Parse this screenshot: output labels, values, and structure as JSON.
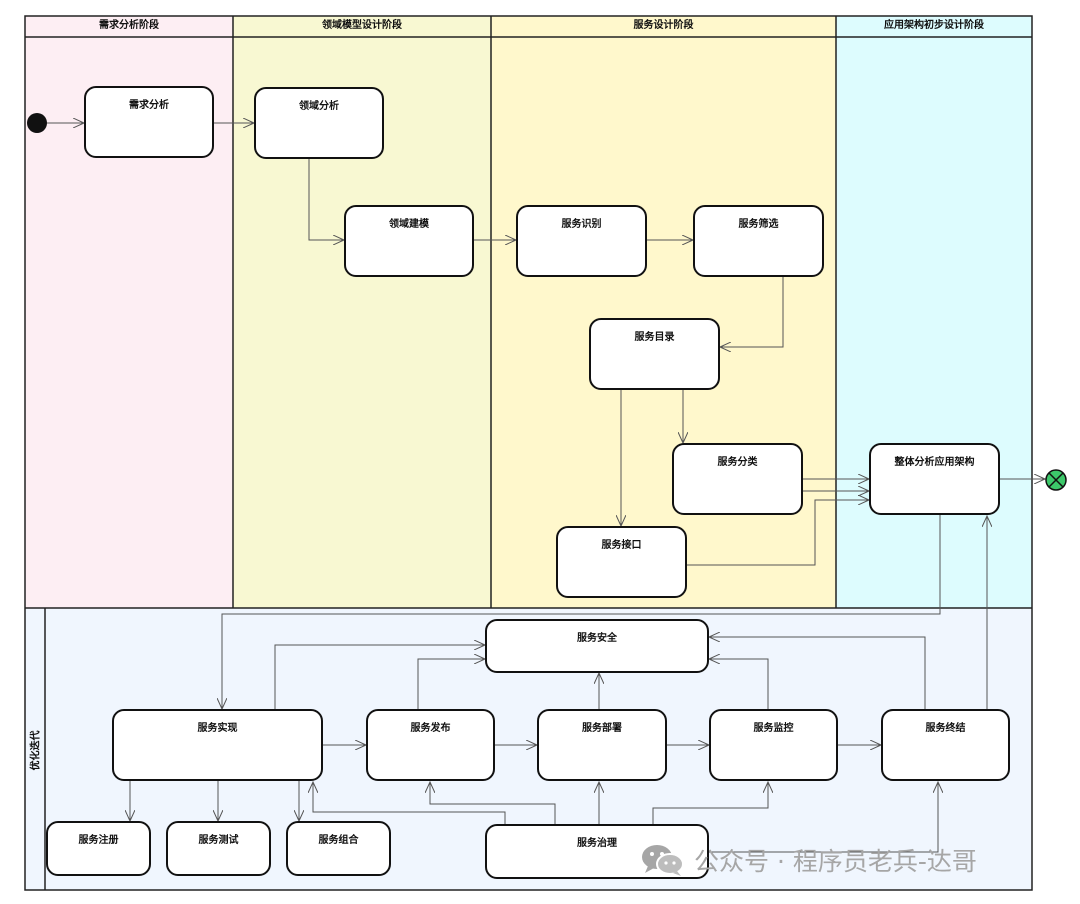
{
  "lanes": {
    "requirements": "需求分析阶段",
    "domain_model": "领域模型设计阶段",
    "service_design": "服务设计阶段",
    "architecture": "应用架构初步设计阶段"
  },
  "bottom_lane": "优化迭代",
  "nodes": {
    "req_analysis": "需求分析",
    "domain_analysis": "领域分析",
    "domain_modeling": "领域建模",
    "service_identify": "服务识别",
    "service_filter": "服务筛选",
    "service_catalog": "服务目录",
    "service_classify": "服务分类",
    "service_interface": "服务接口",
    "overall_arch": "整体分析应用架构",
    "service_security": "服务安全",
    "service_impl": "服务实现",
    "service_publish": "服务发布",
    "service_deploy": "服务部署",
    "service_monitor": "服务监控",
    "service_end": "服务终结",
    "service_register": "服务注册",
    "service_test": "服务测试",
    "service_compose": "服务组合",
    "service_govern": "服务治理"
  },
  "watermark": "公众号 · 程序员老兵-达哥",
  "colors": {
    "lane_requirements": "#FDEEF3",
    "lane_domain": "#F8F8D2",
    "lane_service": "#FFF8CC",
    "lane_arch": "#DDFCFE",
    "lane_bottom": "#F0F6FE",
    "end_fill": "#3CC86A"
  }
}
